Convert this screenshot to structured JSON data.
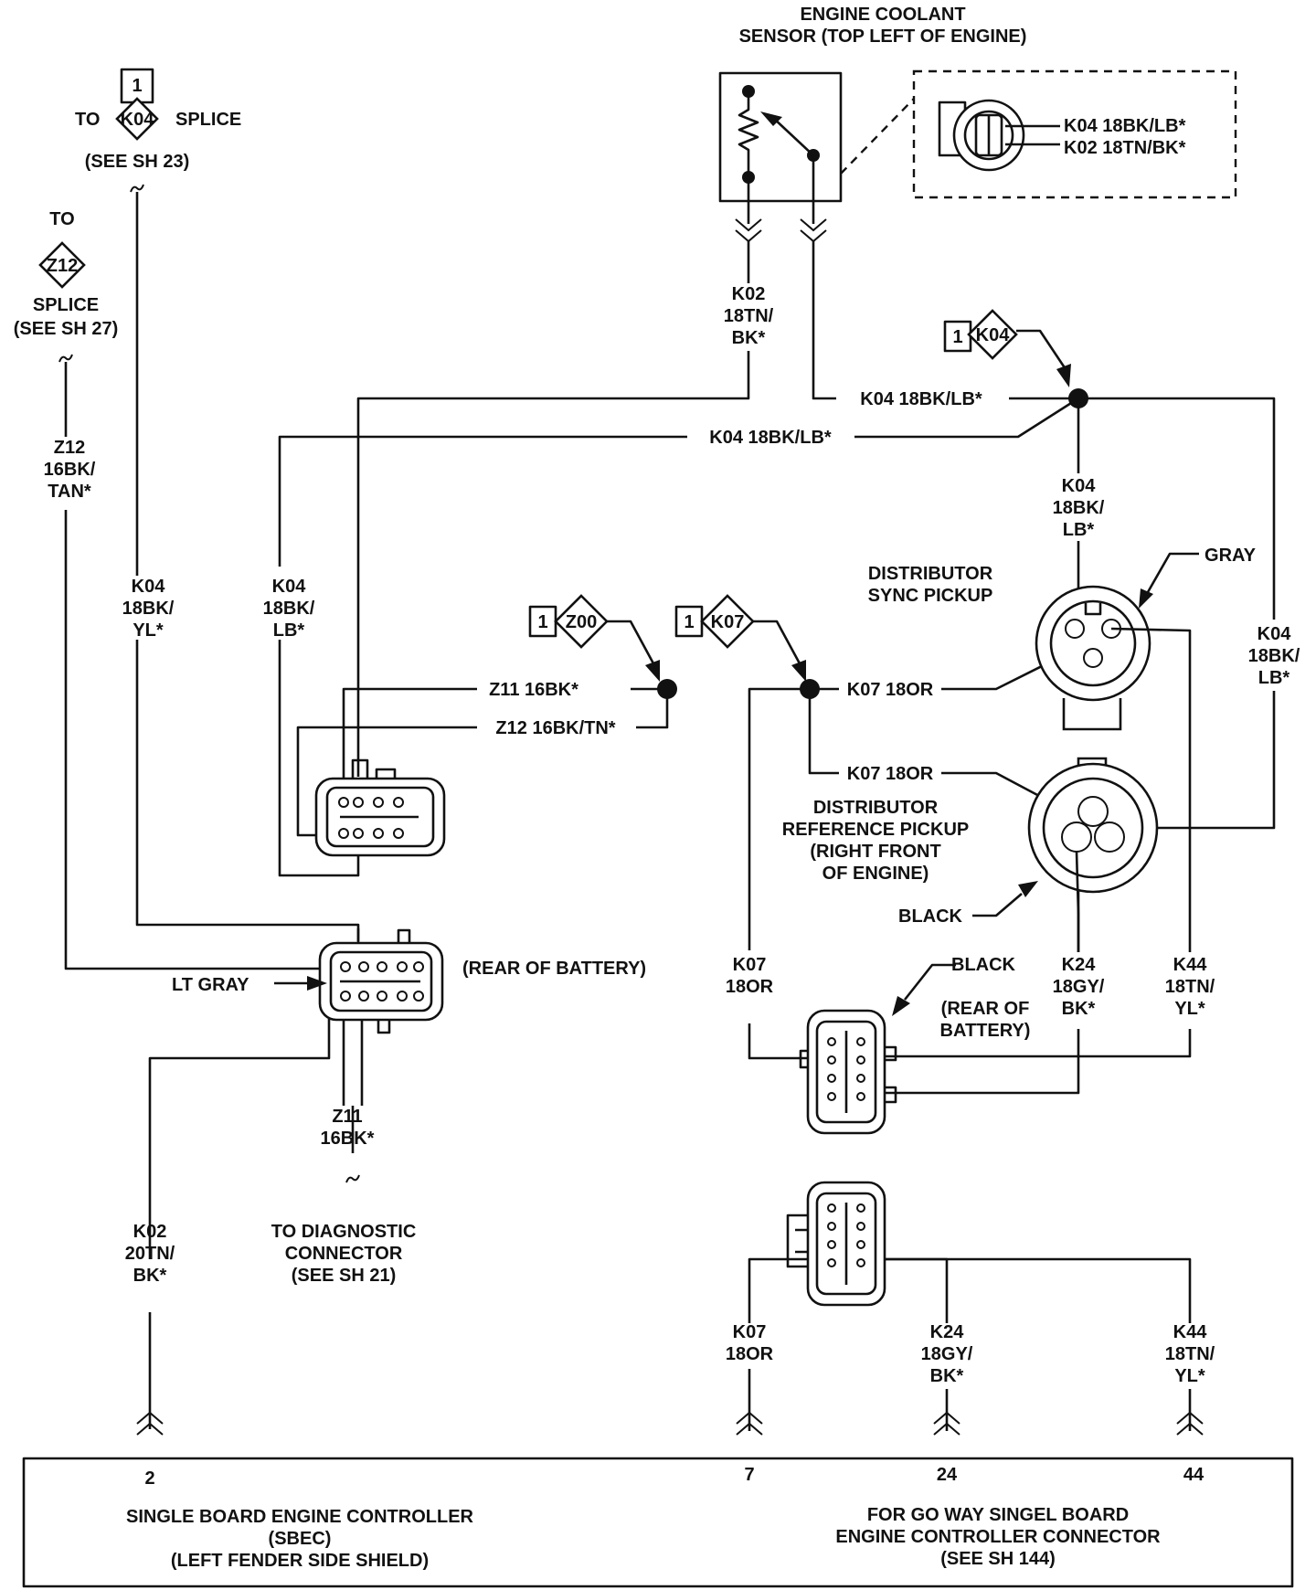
{
  "coolant_sensor": {
    "title_line1": "ENGINE COOLANT",
    "title_line2": "SENSOR (TOP LEFT OF ENGINE)",
    "inset_wire1": "K04 18BK/LB*",
    "inset_wire2": "K02 18TN/BK*"
  },
  "k04_ref": {
    "box_number": "1",
    "prefix": "TO",
    "diamond": "K04",
    "suffix": "SPLICE",
    "see": "(SEE SH 23)"
  },
  "z12_ref": {
    "line_to": "TO",
    "diamond": "Z12",
    "line_splice": "SPLICE",
    "see": "(SEE SH 27)"
  },
  "splice_tags": {
    "k04_box": "1",
    "k04_diamond": "K04",
    "z00_box": "1",
    "z00_diamond": "Z00",
    "k07_box": "1",
    "k07_diamond": "K07"
  },
  "wires": {
    "k02_sensor": [
      "K02",
      "18TN/",
      "BK*"
    ],
    "k04_sensor_h": "K04 18BK/LB*",
    "k04_long_h": "K04 18BK/LB*",
    "k04_down": [
      "K04",
      "18BK/",
      "LB*"
    ],
    "k04_right": [
      "K04",
      "18BK/",
      "LB*"
    ],
    "z12_left": [
      "Z12",
      "16BK/",
      "TAN*"
    ],
    "k04_yl": [
      "K04",
      "18BK/",
      "YL*"
    ],
    "k04_lb_left": [
      "K04",
      "18BK/",
      "LB*"
    ],
    "z11_h": "Z11 16BK*",
    "z12_h": "Z12 16BK/TN*",
    "k07_upper": "K07 18OR",
    "k07_lower": "K07 18OR",
    "z11_down": [
      "Z11",
      "16BK*"
    ],
    "k02_bottom": [
      "K02",
      "20TN/",
      "BK*"
    ],
    "k07_mid": [
      "K07",
      "18OR"
    ],
    "k24_mid": [
      "K24",
      "18GY/",
      "BK*"
    ],
    "k44_mid": [
      "K44",
      "18TN/",
      "YL*"
    ],
    "k07_low": [
      "K07",
      "18OR"
    ],
    "k24_low": [
      "K24",
      "18GY/",
      "BK*"
    ],
    "k44_low": [
      "K44",
      "18TN/",
      "YL*"
    ]
  },
  "labels": {
    "sync_pickup": [
      "DISTRIBUTOR",
      "SYNC PICKUP"
    ],
    "gray": "GRAY",
    "ref_pickup": [
      "DISTRIBUTOR",
      "REFERENCE PICKUP",
      "(RIGHT FRONT",
      "OF ENGINE)"
    ],
    "black_ref": "BLACK",
    "black_conn": "BLACK",
    "rear_battery_right": [
      "(REAR OF",
      "BATTERY)"
    ],
    "rear_battery_left": "(REAR OF BATTERY)",
    "lt_gray": "LT GRAY",
    "diag_connector": [
      "TO DIAGNOSTIC",
      "CONNECTOR",
      "(SEE SH 21)"
    ]
  },
  "controller": {
    "pins": [
      "2",
      "7",
      "24",
      "44"
    ],
    "left_text": [
      "SINGLE BOARD ENGINE CONTROLLER",
      "(SBEC)",
      "(LEFT FENDER SIDE SHIELD)"
    ],
    "right_text": [
      "FOR GO WAY SINGEL BOARD",
      "ENGINE CONTROLLER CONNECTOR",
      "(SEE SH 144)"
    ]
  }
}
